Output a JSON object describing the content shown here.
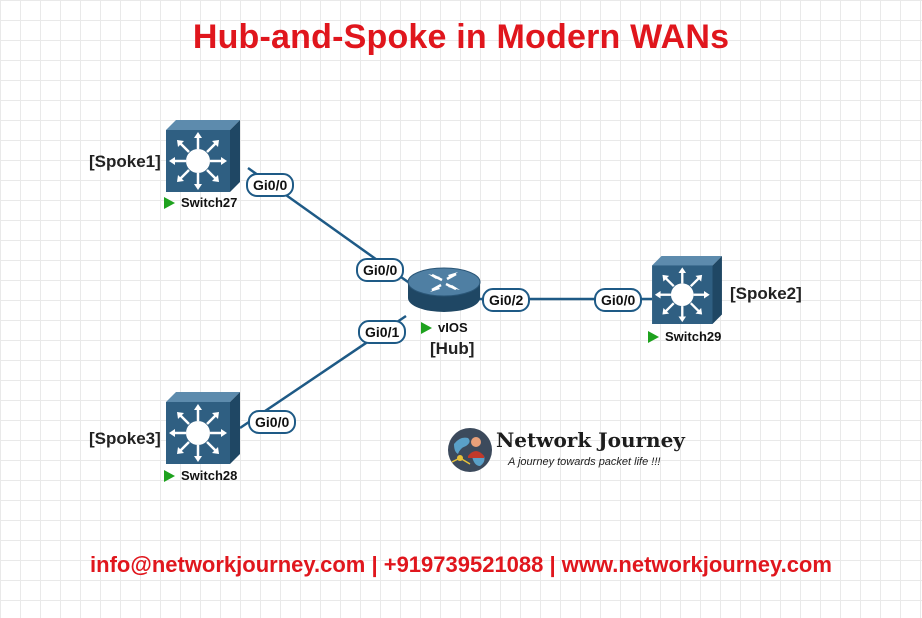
{
  "title": "Hub-and-Spoke in Modern WANs",
  "colors": {
    "title": "#e0161d",
    "link": "#1e5a86",
    "device_body": "#2f5f82",
    "status_running": "#1ea21e",
    "footer": "#e0161d"
  },
  "devices": {
    "switch27": {
      "name": "Switch27",
      "role": "[Spoke1]",
      "icon": "layer3-switch-icon"
    },
    "switch28": {
      "name": "Switch28",
      "role": "[Spoke3]",
      "icon": "layer3-switch-icon"
    },
    "switch29": {
      "name": "Switch29",
      "role": "[Spoke2]",
      "icon": "layer3-switch-icon"
    },
    "vios": {
      "name": "vIOS",
      "role": "[Hub]",
      "icon": "router-icon"
    }
  },
  "links": [
    {
      "from": "Switch27",
      "from_port": "Gi0/0",
      "to": "vIOS",
      "to_port": "Gi0/0"
    },
    {
      "from": "Switch28",
      "from_port": "Gi0/0",
      "to": "vIOS",
      "to_port": "Gi0/1"
    },
    {
      "from": "vIOS",
      "from_port": "Gi0/2",
      "to": "Switch29",
      "to_port": "Gi0/0"
    }
  ],
  "logo": {
    "name": "Network Journey",
    "tagline": "A journey towards packet life !!!"
  },
  "footer": "info@networkjourney.com | +919739521088 | www.networkjourney.com"
}
